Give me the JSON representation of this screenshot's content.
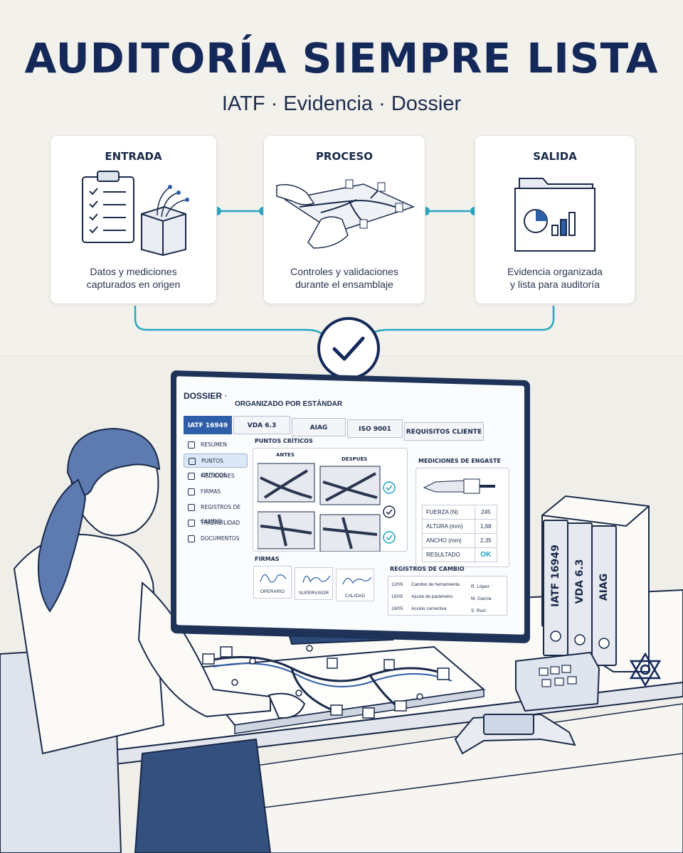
{
  "header": {
    "title": "AUDITORÍA SIEMPRE LISTA",
    "subtitle": "IATF · Evidencia · Dossier"
  },
  "flow": [
    {
      "heading": "ENTRADA",
      "text": "Datos y mediciones\ncapturados en origen",
      "icon": "clipboard-box-icon"
    },
    {
      "heading": "PROCESO",
      "text": "Controles y validaciones\ndurante el ensamblaje",
      "icon": "harness-hands-icon"
    },
    {
      "heading": "SALIDA",
      "text": "Evidencia organizada\ny lista para auditoría",
      "icon": "folder-chart-icon"
    }
  ],
  "dossier": {
    "title": "DOSSIER",
    "dot": "·",
    "organized": "ORGANIZADO POR ESTÁNDAR",
    "tabs": [
      "IATF 16949",
      "VDA 6.3",
      "AIAG",
      "ISO 9001",
      "REQUISITOS CLIENTE"
    ],
    "sidebar": [
      "RESUMEN",
      "PUNTOS CRÍTICOS",
      "MEDICIONES",
      "FIRMAS",
      "REGISTROS DE CAMBIO",
      "TRAZABILIDAD",
      "DOCUMENTOS"
    ],
    "critical": {
      "heading": "PUNTOS CRÍTICOS",
      "before": "ANTES",
      "after": "DESPUÉS"
    },
    "crimp": {
      "heading": "MEDICIONES DE ENGASTE",
      "rows": [
        {
          "label": "FUERZA (N)",
          "value": "245"
        },
        {
          "label": "ALTURA (mm)",
          "value": "1,68"
        },
        {
          "label": "ANCHO (mm)",
          "value": "2,35"
        },
        {
          "label": "RESULTADO",
          "value": "OK"
        }
      ]
    },
    "signatures": {
      "heading": "FIRMAS",
      "items": [
        "OPERARIO",
        "SUPERVISOR",
        "CALIDAD"
      ]
    },
    "changes": {
      "heading": "REGISTROS DE CAMBIO",
      "rows": [
        {
          "date": "12/05",
          "desc": "Cambio de herramienta",
          "who": "R. López"
        },
        {
          "date": "15/05",
          "desc": "Ajuste de parámetro",
          "who": "M. García"
        },
        {
          "date": "18/05",
          "desc": "Acción correctiva",
          "who": "S. Ruiz"
        }
      ]
    }
  },
  "binders": [
    "IATF 16949",
    "VDA 6.3",
    "AIAG"
  ],
  "colors": {
    "navy": "#14295a",
    "teal": "#2ba6c0",
    "accent": "#2f5ea8",
    "ok": "#19a3c4"
  }
}
